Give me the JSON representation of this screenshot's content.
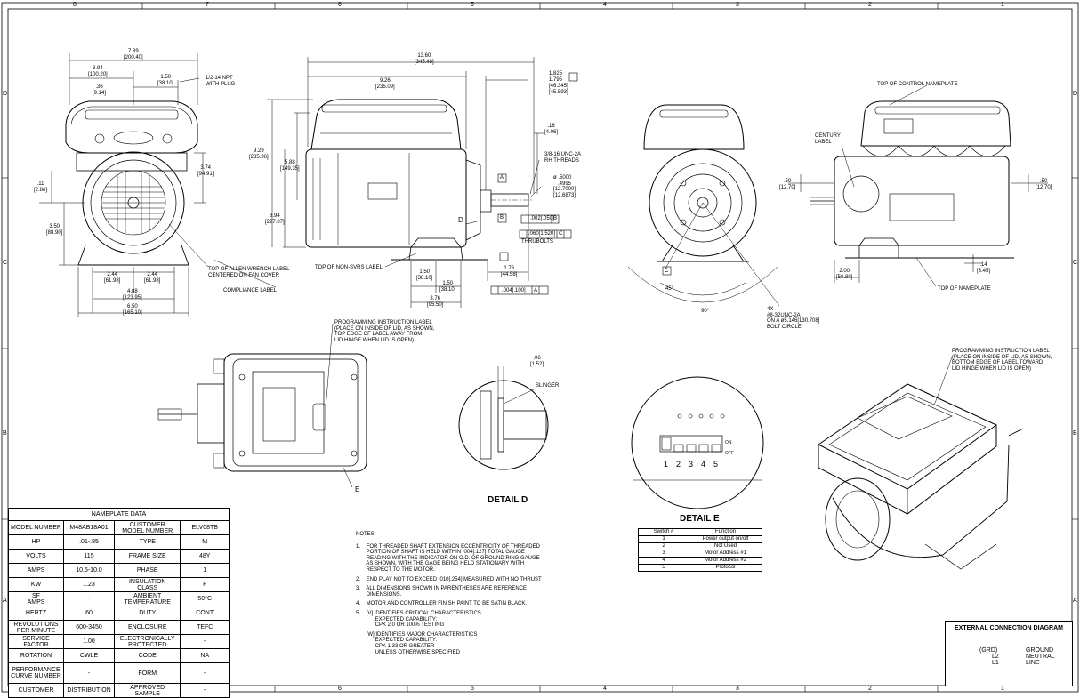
{
  "zones": {
    "top": [
      "8",
      "7",
      "6",
      "5",
      "4",
      "3",
      "2",
      "1"
    ],
    "bottom": [
      "8",
      "7",
      "6",
      "5",
      "4",
      "3",
      "2",
      "1"
    ],
    "left": [
      "D",
      "C",
      "B",
      "A"
    ],
    "right": [
      "D",
      "C",
      "B",
      "A"
    ]
  },
  "front_view": {
    "overall_width": "7.89\n[200.40]",
    "offset_a": "3.94\n[100.20]",
    "offset_b": ".36\n[9.14]",
    "offset_c": "1.50\n[38.10]",
    "npt": "1/2-14 NPT\nWITH PLUG",
    "height_b": "3.74\n[94.91]",
    "left_gap": ".11\n[2.86]",
    "shaft_height": "3.50\n[88.90]",
    "foot_left": "2.44\n[61.98]",
    "foot_right": "2.44\n[61.98]",
    "foot_span": "4.88\n[123.95]",
    "base_width": "6.50\n[165.10]",
    "label_allen": "TOP OF ALLEN WRENCH LABEL\nCENTERED ON FAN COVER",
    "label_compliance": "COMPLIANCE LABEL"
  },
  "side_view": {
    "overall_length": "13.60\n[345.48]",
    "body_length": "9.26\n[235.09]",
    "overall_height": "9.29\n[235.96]",
    "height_mid": "5.88\n[149.35]",
    "height_low": "8.94\n[227.07]",
    "shaft_ext": "1.825\n1.795",
    "shaft_ext_mm": "[46.345]\n[45.593]",
    "thread_depth": ".16\n[4.06]",
    "thread": "3/8-16 UNC-2A\nRH THREADS",
    "shaft_dia": "ø .5000\n   .4995",
    "shaft_dia_mm": "[12.7000]\n[12.6873]",
    "datum_a": "A",
    "datum_b": "B",
    "datum_d": "D",
    "runout": ".002[.050]",
    "runout_ref": "B",
    "perp": ".060[1.520]",
    "perp_ref": "C",
    "thrubolts": "THRUBOLTS",
    "foot_a": "1.50\n[38.10]",
    "foot_b": "1.50\n[38.10]",
    "foot_total": "3.76\n[95.50]",
    "shaft_pos": "1.76\n[44.58]",
    "flat": ".004[.100]",
    "flat_ref": "A",
    "label_nonsvrs": "TOP OF NON-SVRS LABEL"
  },
  "end_view": {
    "datum_c": "C",
    "angle_a": "45°",
    "angle_b": "90°",
    "bolts": "4X\n#8-32UNC-2A\nON A ø5.146[130.708]\nBOLT CIRCLE"
  },
  "rear_view": {
    "label_control": "TOP OF CONTROL NAMEPLATE",
    "label_century": "CENTURY\nLABEL",
    "dim_a": ".50\n[12.70]",
    "dim_b": ".50\n[12.70]",
    "dim_c": "2.00\n[50.80]",
    "dim_d": ".14\n[3.45]",
    "label_nameplate": "TOP OF NAMEPLATE"
  },
  "top_view": {
    "prog_label": "PROGRAMMING INSTRUCTION LABEL\n(PLACE ON INSIDE OF LID, AS SHOWN,\nTOP EDGE OF LABEL AWAY FROM\nLID HINGE WHEN LID IS OPEN)",
    "callout_e": "E"
  },
  "detail_d": {
    "title": "DETAIL D",
    "gap": ".06\n[1.52]",
    "slinger": "SLINGER"
  },
  "detail_e": {
    "title": "DETAIL E",
    "numbers": [
      "1",
      "2",
      "3",
      "4",
      "5"
    ],
    "on": "ON",
    "off": "OFF",
    "headers": [
      "Switch #",
      "Function"
    ],
    "rows": [
      [
        "1",
        "Power output on/off"
      ],
      [
        "2",
        "Not Used"
      ],
      [
        "3",
        "Motor Address #1"
      ],
      [
        "4",
        "Motor Address #2"
      ],
      [
        "5",
        "Protocol"
      ]
    ]
  },
  "iso_view": {
    "prog_label": "PROGRAMMING INSTRUCTION LABEL\n(PLACE ON INSIDE OF LID, AS SHOWN,\nBOTTOM EDGE OF LABEL TOWARD\nLID HINGE WHEN LID IS OPEN)"
  },
  "nameplate": {
    "title": "NAMEPLATE DATA",
    "rows": [
      [
        "MODEL NUMBER",
        "M48AB18A01",
        "CUSTOMER\nMODEL NUMBER",
        "ELV08TB"
      ],
      [
        "HP",
        ".01-.85",
        "TYPE",
        "M"
      ],
      [
        "VOLTS",
        "115",
        "FRAME SIZE",
        "48Y"
      ],
      [
        "AMPS",
        "10.5-10.0",
        "PHASE",
        "1"
      ],
      [
        "KW",
        "1.23",
        "INSULATION\nCLASS",
        "F"
      ],
      [
        "SF\nAMPS",
        "-",
        "AMBIENT\nTEMPERATURE",
        "50°C"
      ],
      [
        "HERTZ",
        "60",
        "DUTY",
        "CONT"
      ],
      [
        "REVOLUTIONS\nPER MINUTE",
        "600-3450",
        "ENCLOSURE",
        "TEFC"
      ],
      [
        "SERVICE\nFACTOR",
        "1.00",
        "ELECTRONICALLY\nPROTECTED",
        "-"
      ],
      [
        "ROTATION",
        "CWLE",
        "CODE",
        "NA"
      ],
      [
        "PERFORMANCE\nCURVE NUMBER",
        "-",
        "FORM",
        "-"
      ],
      [
        "CUSTOMER",
        "DISTRIBUTION",
        "APPROVED\nSAMPLE",
        "-"
      ]
    ]
  },
  "notes": {
    "heading": "NOTES:",
    "items": [
      "1.    FOR THREADED SHAFT EXTENSION ECCENTRICITY OF THREADED\n       PORTION OF SHAFT IS HELD WITHIN .004[.127] TOTAL GAUGE\n       READING WITH THE INDICATOR ON O.D. OF GROUND RING GAUGE\n       AS SHOWN, WITH THE GAGE BEING HELD STATIONARY WITH\n       RESPECT TO THE MOTOR.",
      "2.    END PLAY NOT TO EXCEED .010[.254] MEASURED WITH NO THRUST",
      "3.    ALL DIMENSIONS SHOWN IN PARENTHESES ARE REFERENCE\n       DIMENSIONS.",
      "4.    MOTOR AND CONTROLLER FINISH PAINT TO BE SATIN BLACK.",
      "5.    [V] IDENTIFIES CRITICAL CHARACTERISTICS\n             EXPECTED CAPABILITY:\n             CPK 2.0 OR 100% TESTING",
      "       [W] IDENTIFIES MAJOR CHARACTERISTICS\n             EXPECTED CAPABILITY:\n             CPK 1.33 OR GREATER\n             UNLESS OTHERWISE SPECIFIED"
    ]
  },
  "connection": {
    "title": "EXTERNAL CONNECTION DIAGRAM",
    "grd": "(GRD)",
    "l2": "L2",
    "l1": "L1",
    "ground": "GROUND",
    "neutral": "NEUTRAL",
    "line": "LINE"
  }
}
